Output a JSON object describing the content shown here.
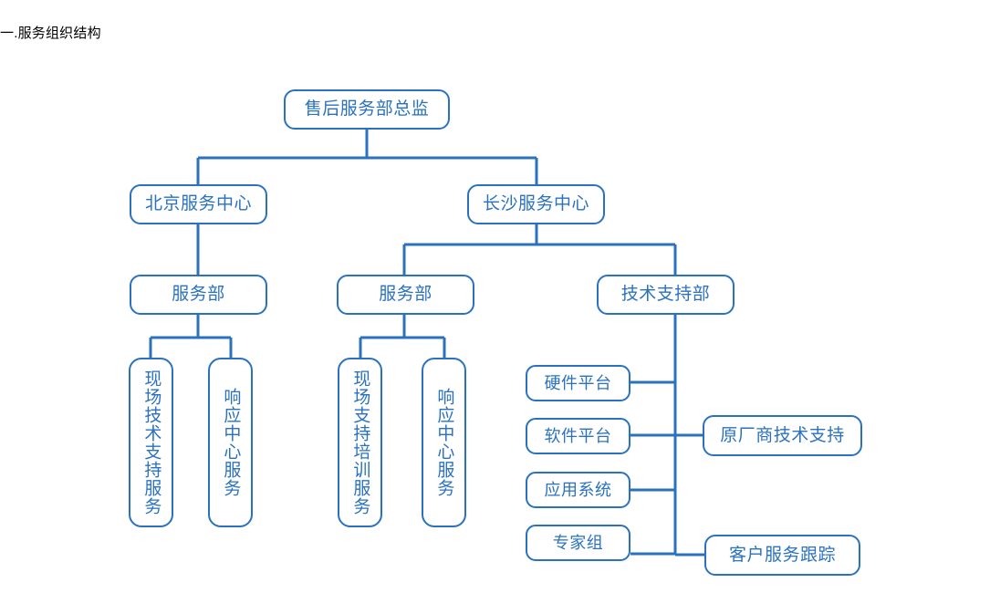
{
  "page": {
    "title": "一.服务组织结构",
    "background_color": "#ffffff",
    "accent_color": "#2A72C0",
    "text_color": "#2A72C0",
    "title_color": "#000000"
  },
  "chart_data": {
    "type": "diagram",
    "diagram_type": "organization-tree",
    "title": "一.服务组织结构",
    "orientation": "top-down",
    "nodes": [
      {
        "id": "root",
        "label": "售后服务部总监",
        "level": 0,
        "orientation": "horizontal"
      },
      {
        "id": "beijing",
        "label": "北京服务中心",
        "level": 1,
        "orientation": "horizontal"
      },
      {
        "id": "changsha",
        "label": "长沙服务中心",
        "level": 1,
        "orientation": "horizontal"
      },
      {
        "id": "bj-service",
        "label": "服务部",
        "level": 2,
        "orientation": "horizontal"
      },
      {
        "id": "cs-service",
        "label": "服务部",
        "level": 2,
        "orientation": "horizontal"
      },
      {
        "id": "cs-techsupport",
        "label": "技术支持部",
        "level": 2,
        "orientation": "horizontal"
      },
      {
        "id": "bj-onsite",
        "label": "现场技术支持服务",
        "level": 3,
        "orientation": "vertical"
      },
      {
        "id": "bj-response",
        "label": "响应中心服务",
        "level": 3,
        "orientation": "vertical"
      },
      {
        "id": "cs-onsite",
        "label": "现场支持培训服务",
        "level": 3,
        "orientation": "vertical"
      },
      {
        "id": "cs-response",
        "label": "响应中心服务",
        "level": 3,
        "orientation": "vertical"
      },
      {
        "id": "hardware",
        "label": "硬件平台",
        "level": 3,
        "orientation": "horizontal"
      },
      {
        "id": "software",
        "label": "软件平台",
        "level": 3,
        "orientation": "horizontal"
      },
      {
        "id": "application",
        "label": "应用系统",
        "level": 3,
        "orientation": "horizontal"
      },
      {
        "id": "experts",
        "label": "专家组",
        "level": 3,
        "orientation": "horizontal"
      },
      {
        "id": "vendor-support",
        "label": "原厂商技术支持",
        "level": 3,
        "orientation": "horizontal"
      },
      {
        "id": "customer-tracking",
        "label": "客户服务跟踪",
        "level": 3,
        "orientation": "horizontal"
      }
    ],
    "edges": [
      {
        "from": "root",
        "to": "beijing"
      },
      {
        "from": "root",
        "to": "changsha"
      },
      {
        "from": "beijing",
        "to": "bj-service"
      },
      {
        "from": "changsha",
        "to": "cs-service"
      },
      {
        "from": "changsha",
        "to": "cs-techsupport"
      },
      {
        "from": "bj-service",
        "to": "bj-onsite"
      },
      {
        "from": "bj-service",
        "to": "bj-response"
      },
      {
        "from": "cs-service",
        "to": "cs-onsite"
      },
      {
        "from": "cs-service",
        "to": "cs-response"
      },
      {
        "from": "cs-techsupport",
        "to": "hardware"
      },
      {
        "from": "cs-techsupport",
        "to": "software"
      },
      {
        "from": "cs-techsupport",
        "to": "application"
      },
      {
        "from": "cs-techsupport",
        "to": "experts"
      },
      {
        "from": "cs-techsupport",
        "to": "vendor-support"
      },
      {
        "from": "cs-techsupport",
        "to": "customer-tracking"
      }
    ]
  },
  "nodes": {
    "root": "售后服务部总监",
    "beijing": "北京服务中心",
    "changsha": "长沙服务中心",
    "bj_service": "服务部",
    "cs_service": "服务部",
    "cs_techsupport": "技术支持部",
    "bj_onsite": "现场技术支持服务",
    "bj_response": "响应中心服务",
    "cs_onsite": "现场支持培训服务",
    "cs_response": "响应中心服务",
    "hardware": "硬件平台",
    "software": "软件平台",
    "application": "应用系统",
    "experts": "专家组",
    "vendor_support": "原厂商技术支持",
    "customer_tracking": "客户服务跟踪"
  }
}
